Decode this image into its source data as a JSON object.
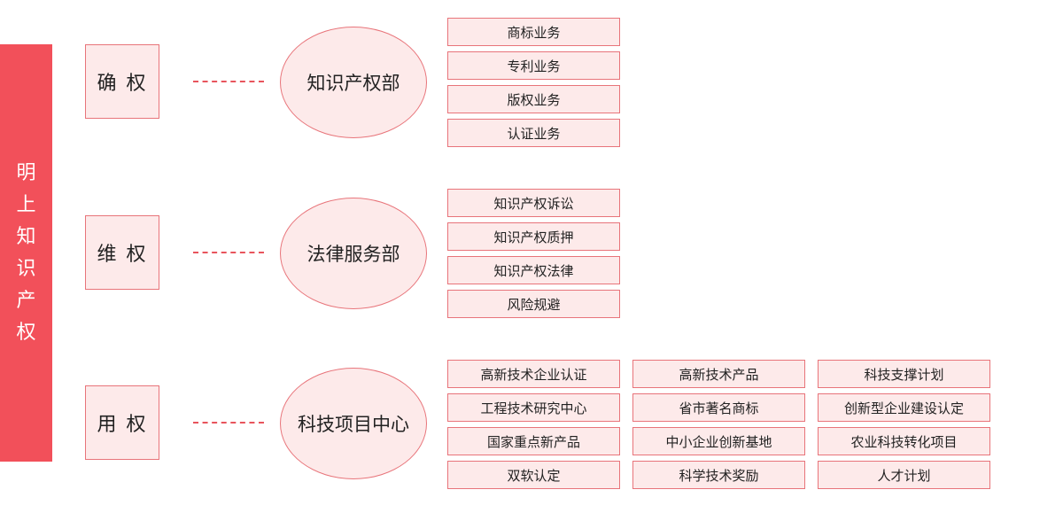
{
  "sidebar": {
    "chars": [
      "明",
      "上",
      "知",
      "识",
      "产",
      "权"
    ]
  },
  "sections": [
    {
      "category": "确 权",
      "department": "知识产权部",
      "services": [
        "商标业务",
        "专利业务",
        "版权业务",
        "认证业务"
      ]
    },
    {
      "category": "维 权",
      "department": "法律服务部",
      "services": [
        "知识产权诉讼",
        "知识产权质押",
        "知识产权法律",
        "风险规避"
      ]
    },
    {
      "category": "用 权",
      "department": "科技项目中心",
      "services": [
        "高新技术企业认证",
        "高新技术产品",
        "科技支撑计划",
        "工程技术研究中心",
        "省市著名商标",
        "创新型企业建设认定",
        "国家重点新产品",
        "中小企业创新基地",
        "农业科技转化项目",
        "双软认定",
        "科学技术奖励",
        "人才计划"
      ]
    }
  ],
  "colors": {
    "accent": "#f2505a",
    "fill": "#fdeaea",
    "border": "#e8747a"
  }
}
